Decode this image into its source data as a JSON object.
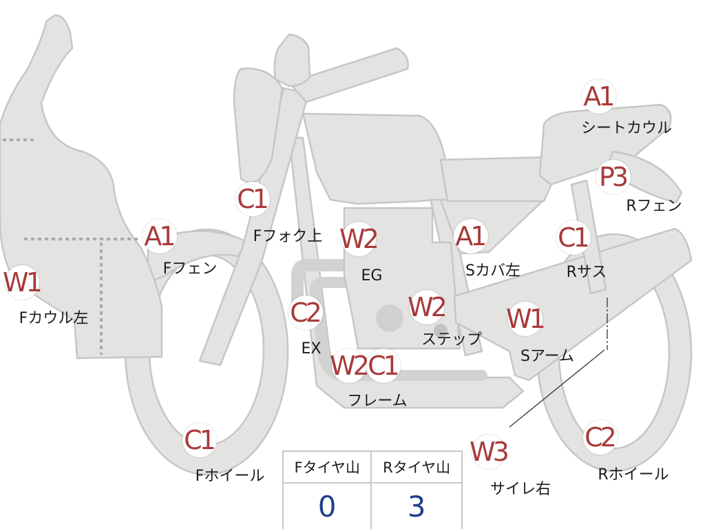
{
  "parts": [
    {
      "id": "f-cowl",
      "code": "W1",
      "label": "Fカウル左"
    },
    {
      "id": "f-fender",
      "code": "A1",
      "label": "Fフェン"
    },
    {
      "id": "f-fork-upper",
      "code": "C1",
      "label": "Fフォク上"
    },
    {
      "id": "engine",
      "code": "W2",
      "label": "EG"
    },
    {
      "id": "exhaust",
      "code": "C2",
      "label": "EX"
    },
    {
      "id": "frame",
      "code": "W2",
      "code2": "C1",
      "label": "フレーム"
    },
    {
      "id": "step",
      "code": "W2",
      "label": "ステップ"
    },
    {
      "id": "side-cover-left",
      "code": "A1",
      "label": "Sカバ左"
    },
    {
      "id": "swing-arm",
      "code": "W1",
      "label": "Sアーム"
    },
    {
      "id": "seat-cowl",
      "code": "A1",
      "label": "シートカウル"
    },
    {
      "id": "r-fender",
      "code": "P3",
      "label": "Rフェン"
    },
    {
      "id": "r-suspension",
      "code": "C1",
      "label": "Rサス"
    },
    {
      "id": "f-wheel",
      "code": "C1",
      "label": "Fホイール"
    },
    {
      "id": "muffler-right",
      "code": "W3",
      "label": "サイレ右"
    },
    {
      "id": "r-wheel",
      "code": "C2",
      "label": "Rホイール"
    }
  ],
  "tire_table": {
    "headers": [
      "Fタイヤ山",
      "Rタイヤ山"
    ],
    "values": [
      "0",
      "3"
    ]
  },
  "colors": {
    "body": "#e3e3e1",
    "outline": "#c6c6c4",
    "badge_text": "#a83a3a",
    "value_text": "#1f3f8a"
  }
}
